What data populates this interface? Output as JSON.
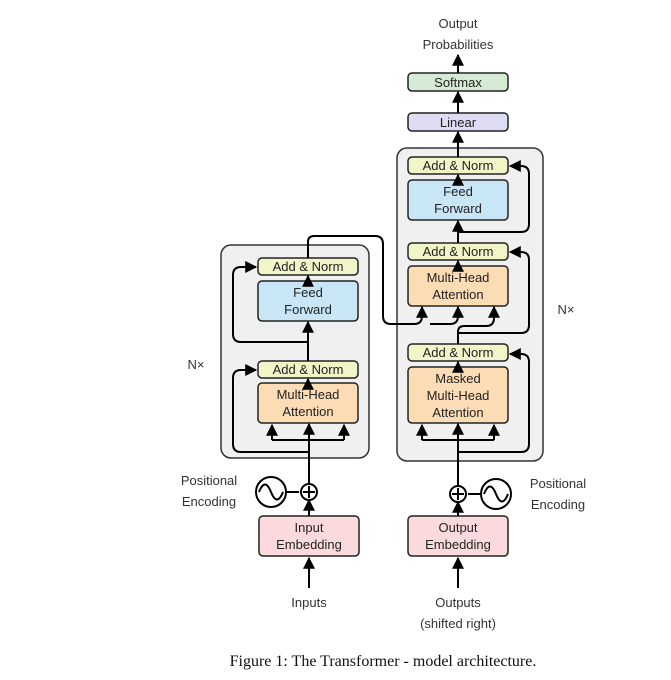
{
  "figure": {
    "caption": "Figure 1: The Transformer - model architecture.",
    "outputs_probabilities": [
      "Output",
      "Probabilities"
    ],
    "softmax": "Softmax",
    "linear": "Linear",
    "nx_left": "N×",
    "nx_right": "N×",
    "encoder": {
      "add_norm_top": "Add & Norm",
      "feed_forward": [
        "Feed",
        "Forward"
      ],
      "add_norm_bottom": "Add & Norm",
      "multi_head_attention": [
        "Multi-Head",
        "Attention"
      ],
      "positional_encoding": [
        "Positional",
        "Encoding"
      ],
      "input_embedding": [
        "Input",
        "Embedding"
      ],
      "inputs": "Inputs"
    },
    "decoder": {
      "add_norm_top": "Add & Norm",
      "feed_forward": [
        "Feed",
        "Forward"
      ],
      "add_norm_mid": "Add & Norm",
      "multi_head_attention": [
        "Multi-Head",
        "Attention"
      ],
      "add_norm_bottom": "Add & Norm",
      "masked_attention": [
        "Masked",
        "Multi-Head",
        "Attention"
      ],
      "positional_encoding": [
        "Positional",
        "Encoding"
      ],
      "output_embedding": [
        "Output",
        "Embedding"
      ],
      "outputs": [
        "Outputs",
        "(shifted right)"
      ]
    },
    "colors": {
      "softmax": "#d5ebd5",
      "linear": "#dcdcf2",
      "add_norm": "#f1f5c8",
      "feed_forward": "#c8e6f5",
      "attention": "#fcdcb4",
      "embedding": "#fadadd",
      "stack_bg": "#f0f0f0"
    }
  }
}
